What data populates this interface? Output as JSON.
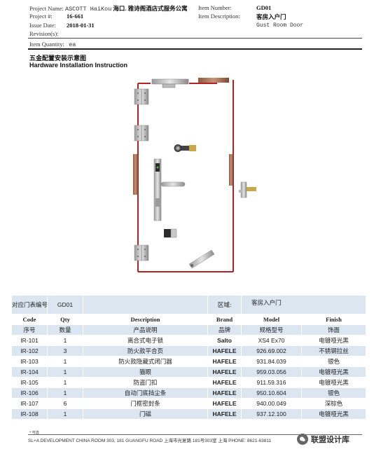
{
  "header": {
    "project_name_label": "Project Name:",
    "project_name_value": "ASCOTT HaiKou",
    "project_name_cn": "海口. 雅诗阁酒店式服务公寓",
    "project_no_label": "Project #:",
    "project_no_value": "16-661",
    "issue_date_label": "Issue Date:",
    "issue_date_value": "2018-01-31",
    "revision_label": "Revision(s):",
    "item_number_label": "Item Number:",
    "item_number_value": "GD01",
    "item_desc_label": "Item Description:",
    "item_desc_cn": "客房入户门",
    "item_desc_en": "Gust Room Door",
    "item_qty_label": "Item Quantity:",
    "item_qty_value": "ea"
  },
  "titles": {
    "cn": "五金配置安装示意图",
    "en": "Hardware Installation Instruction"
  },
  "table": {
    "door_code_label": "对应门表编号",
    "door_code_value": "GD01",
    "area_label": "区域:",
    "area_value": "客房入户门",
    "columns_en": [
      "Code",
      "Qty",
      "Description",
      "Brand",
      "Model",
      "Finish"
    ],
    "columns_cn": [
      "序号",
      "数量",
      "产品说明",
      "品牌",
      "规格型号",
      "饰面"
    ],
    "rows": [
      {
        "code": "IR-101",
        "qty": "1",
        "desc": "离合式电子锁",
        "brand": "Salto",
        "model": "XS4  Ex70",
        "finish": "电镀哑光黑"
      },
      {
        "code": "IR-102",
        "qty": "3",
        "desc": "防火款平合页",
        "brand": "HAFELE",
        "model": "926.69.002",
        "finish": "不锈钢拉丝"
      },
      {
        "code": "IR-103",
        "qty": "1",
        "desc": "防火款隐藏式闭门器",
        "brand": "HAFELE",
        "model": "931.84.039",
        "finish": "银色"
      },
      {
        "code": "IR-104",
        "qty": "1",
        "desc": "猫眼",
        "brand": "HAFELE",
        "model": "959.03.056",
        "finish": "电镀哑光黑"
      },
      {
        "code": "IR-105",
        "qty": "1",
        "desc": "防盗门扣",
        "brand": "HAFELE",
        "model": "911.59.316",
        "finish": "电镀哑光黑"
      },
      {
        "code": "IR-106",
        "qty": "1",
        "desc": "自动门底挡尘条",
        "brand": "HAFELE",
        "model": "950.10.604",
        "finish": "银色"
      },
      {
        "code": "IR-107",
        "qty": "6",
        "desc": "门框密封条",
        "brand": "HAFELE",
        "model": "940.00.049",
        "finish": "深棕色"
      },
      {
        "code": "IR-108",
        "qty": "1",
        "desc": "门磁",
        "brand": "HAFELE",
        "model": "937.12.100",
        "finish": "电镀哑光黑"
      }
    ]
  },
  "footer": {
    "note": "* 可选",
    "address": "SL+A DEVELOPMENT CHINA  ROOM 303, 181 GUANGFU ROAD 上海市光复路 181号303室 上海   PHONE: 8621-63811",
    "watermark": "联盟设计库"
  },
  "colors": {
    "door_frame": "#b22222",
    "table_shade": "#dce6f1",
    "seal_strip": "#b07a5a"
  }
}
